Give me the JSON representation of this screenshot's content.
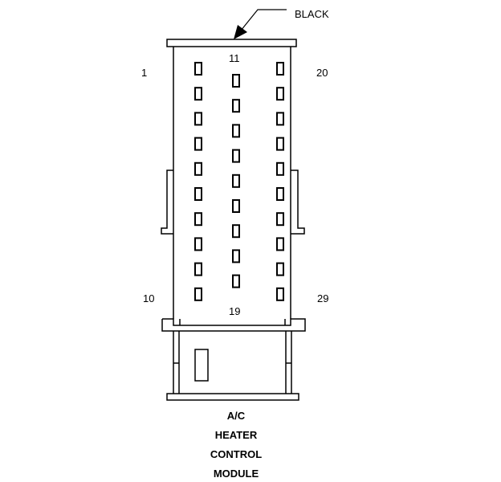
{
  "callout": {
    "label": "BLACK"
  },
  "pin_labels": {
    "top_left": "1",
    "bottom_left": "10",
    "top_center": "11",
    "bottom_center": "19",
    "top_right": "20",
    "bottom_right": "29"
  },
  "caption": {
    "lines": [
      "A/C",
      "HEATER",
      "CONTROL",
      "MODULE"
    ]
  },
  "colors": {
    "stroke": "#000000",
    "background": "#ffffff"
  }
}
